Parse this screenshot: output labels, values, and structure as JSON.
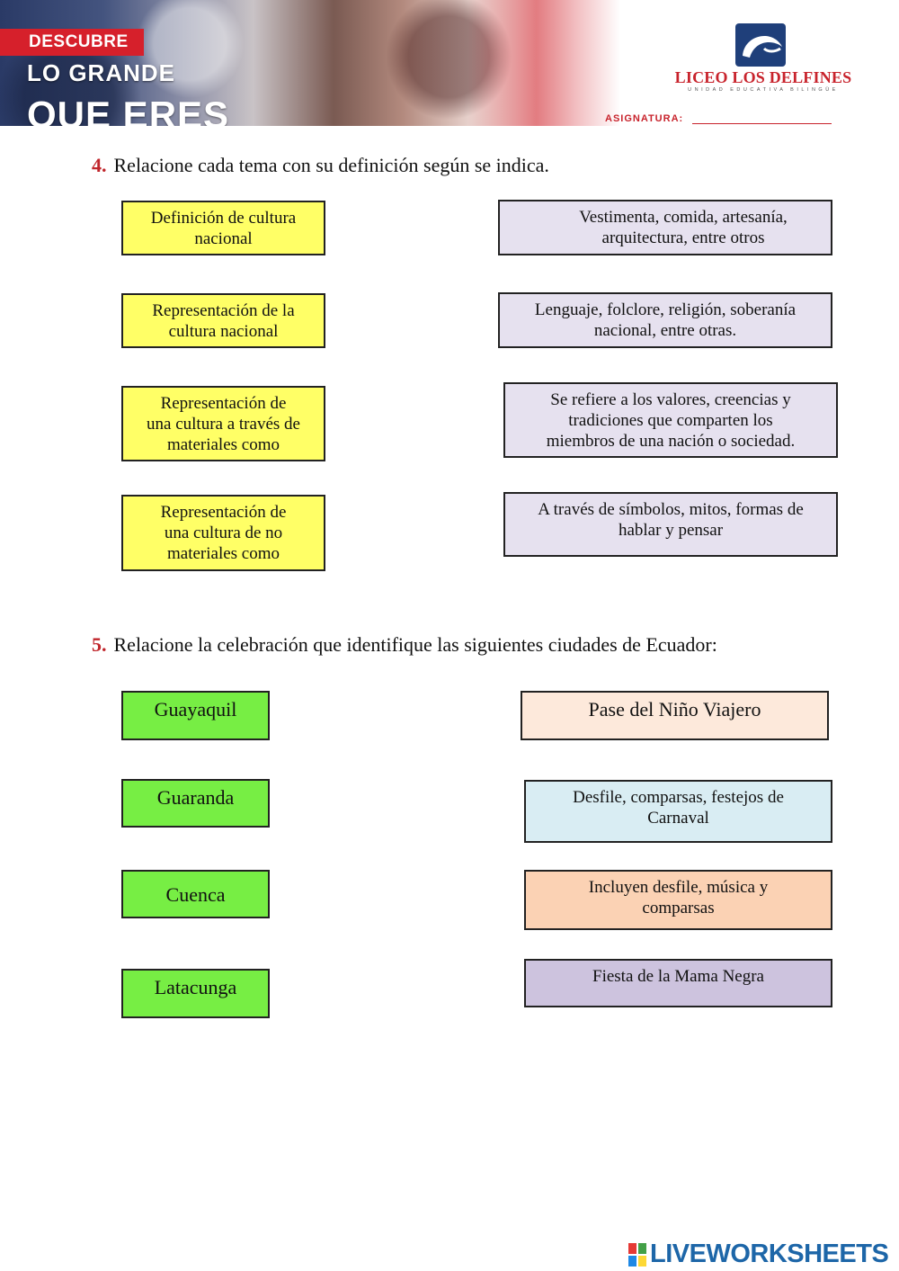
{
  "header": {
    "banner_line1": "DESCUBRE",
    "banner_line2": "LO GRANDE",
    "banner_line3": "QUE ERES",
    "school_name": "LICEO LOS DELFINES",
    "school_subtitle": "UNIDAD EDUCATIVA BILINGÜE",
    "subject_label": "ASIGNATURA:",
    "brand_color": "#c8232c"
  },
  "question4": {
    "number": "4.",
    "text": "Relacione cada tema con su definición según se indica.",
    "left_items": [
      {
        "line1": "Definición de cultura",
        "line2": "nacional",
        "line3": ""
      },
      {
        "line1": "Representación de la",
        "line2": "cultura nacional",
        "line3": ""
      },
      {
        "line1": "Representación de",
        "line2": "una cultura a través de",
        "line3": "materiales como"
      },
      {
        "line1": "Representación de",
        "line2": "una cultura de no",
        "line3": "materiales como"
      }
    ],
    "right_items": [
      {
        "line1": "Vestimenta, comida, artesanía,",
        "line2": "arquitectura, entre otros",
        "line3": ""
      },
      {
        "line1": "Lenguaje, folclore, religión, soberanía",
        "line2": "nacional, entre otras.",
        "line3": ""
      },
      {
        "line1": "Se refiere a los valores, creencias y",
        "line2": "tradiciones que comparten los",
        "line3": "miembros de una nación o sociedad."
      },
      {
        "line1": "A través de símbolos, mitos, formas de",
        "line2": "hablar y pensar",
        "line3": ""
      }
    ],
    "left_color": "#ffff66",
    "right_color": "#e6e1ef"
  },
  "question5": {
    "number": "5.",
    "text": "Relacione la celebración que identifique las siguientes ciudades de Ecuador:",
    "cities": [
      "Guayaquil",
      "Guaranda",
      "Cuenca",
      "Latacunga"
    ],
    "celebrations": [
      {
        "line1": "Pase del Niño Viajero",
        "line2": ""
      },
      {
        "line1": "Desfile, comparsas, festejos de",
        "line2": "Carnaval"
      },
      {
        "line1": "Incluyen desfile, música y",
        "line2": "comparsas"
      },
      {
        "line1": "Fiesta de la Mama Negra",
        "line2": ""
      }
    ],
    "city_color": "#77ee44"
  },
  "footer": {
    "brand": "LIVEWORKSHEETS",
    "brand_color": "#1d66a8"
  }
}
